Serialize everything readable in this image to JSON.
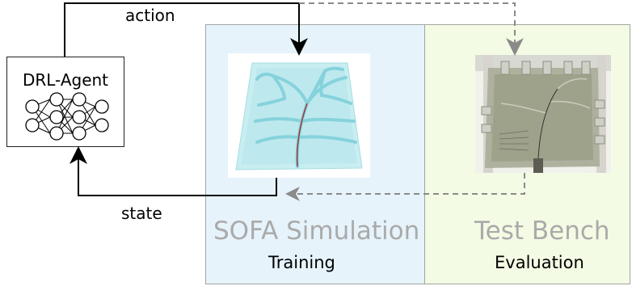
{
  "agent": {
    "label": "DRL-Agent"
  },
  "arrows": {
    "action": "action",
    "state": "state"
  },
  "simulation": {
    "title": "SOFA Simulation",
    "subtitle": "Training"
  },
  "bench": {
    "title": "Test Bench",
    "subtitle": "Evaluation"
  },
  "colors": {
    "sim_panel": "#e6f3fb",
    "bench_panel": "#f4fbe4",
    "solid_arrow": "#000000",
    "dashed_arrow": "#8a8a8a",
    "phantom": "#aee6ec",
    "vessel": "#86d2dc"
  },
  "icons": [
    "neural-network-icon",
    "vessel-phantom-image",
    "test-bench-photo"
  ]
}
